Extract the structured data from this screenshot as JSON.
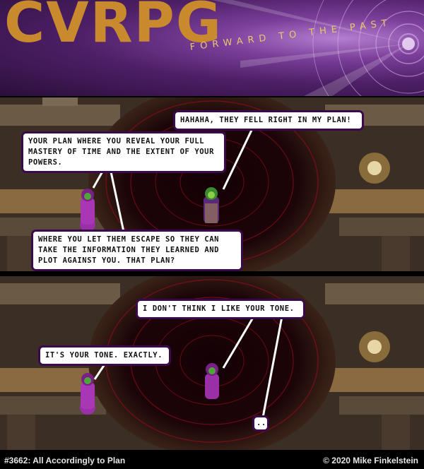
{
  "header": {
    "logo": "CVRPG",
    "tagline": "FORWARD TO THE PAST"
  },
  "colors": {
    "logo_gold": "#c98a2e",
    "tagline_gold": "#e8c86a",
    "header_purple": "#4d1f66",
    "robe_purple": "#9b2fa8",
    "bubble_border": "#3a0a4a"
  },
  "panel1": {
    "bubbles": [
      "HAHAHA, THEY FELL RIGHT IN MY PLAN!",
      "YOUR PLAN WHERE YOU REVEAL YOUR FULL MASTERY OF TIME AND THE EXTENT OF YOUR POWERS.",
      "WHERE YOU LET THEM ESCAPE SO THEY CAN TAKE THE INFORMATION THEY LEARNED AND PLOT AGAINST YOU. THAT PLAN?"
    ]
  },
  "panel2": {
    "bubbles": [
      "I DON'T THINK I LIKE YOUR TONE.",
      "IT'S YOUR TONE. EXACTLY.",
      "..."
    ]
  },
  "footer": {
    "episode": "#3662: All Accordingly to Plan",
    "copyright": "© 2020 Mike Finkelstein"
  }
}
